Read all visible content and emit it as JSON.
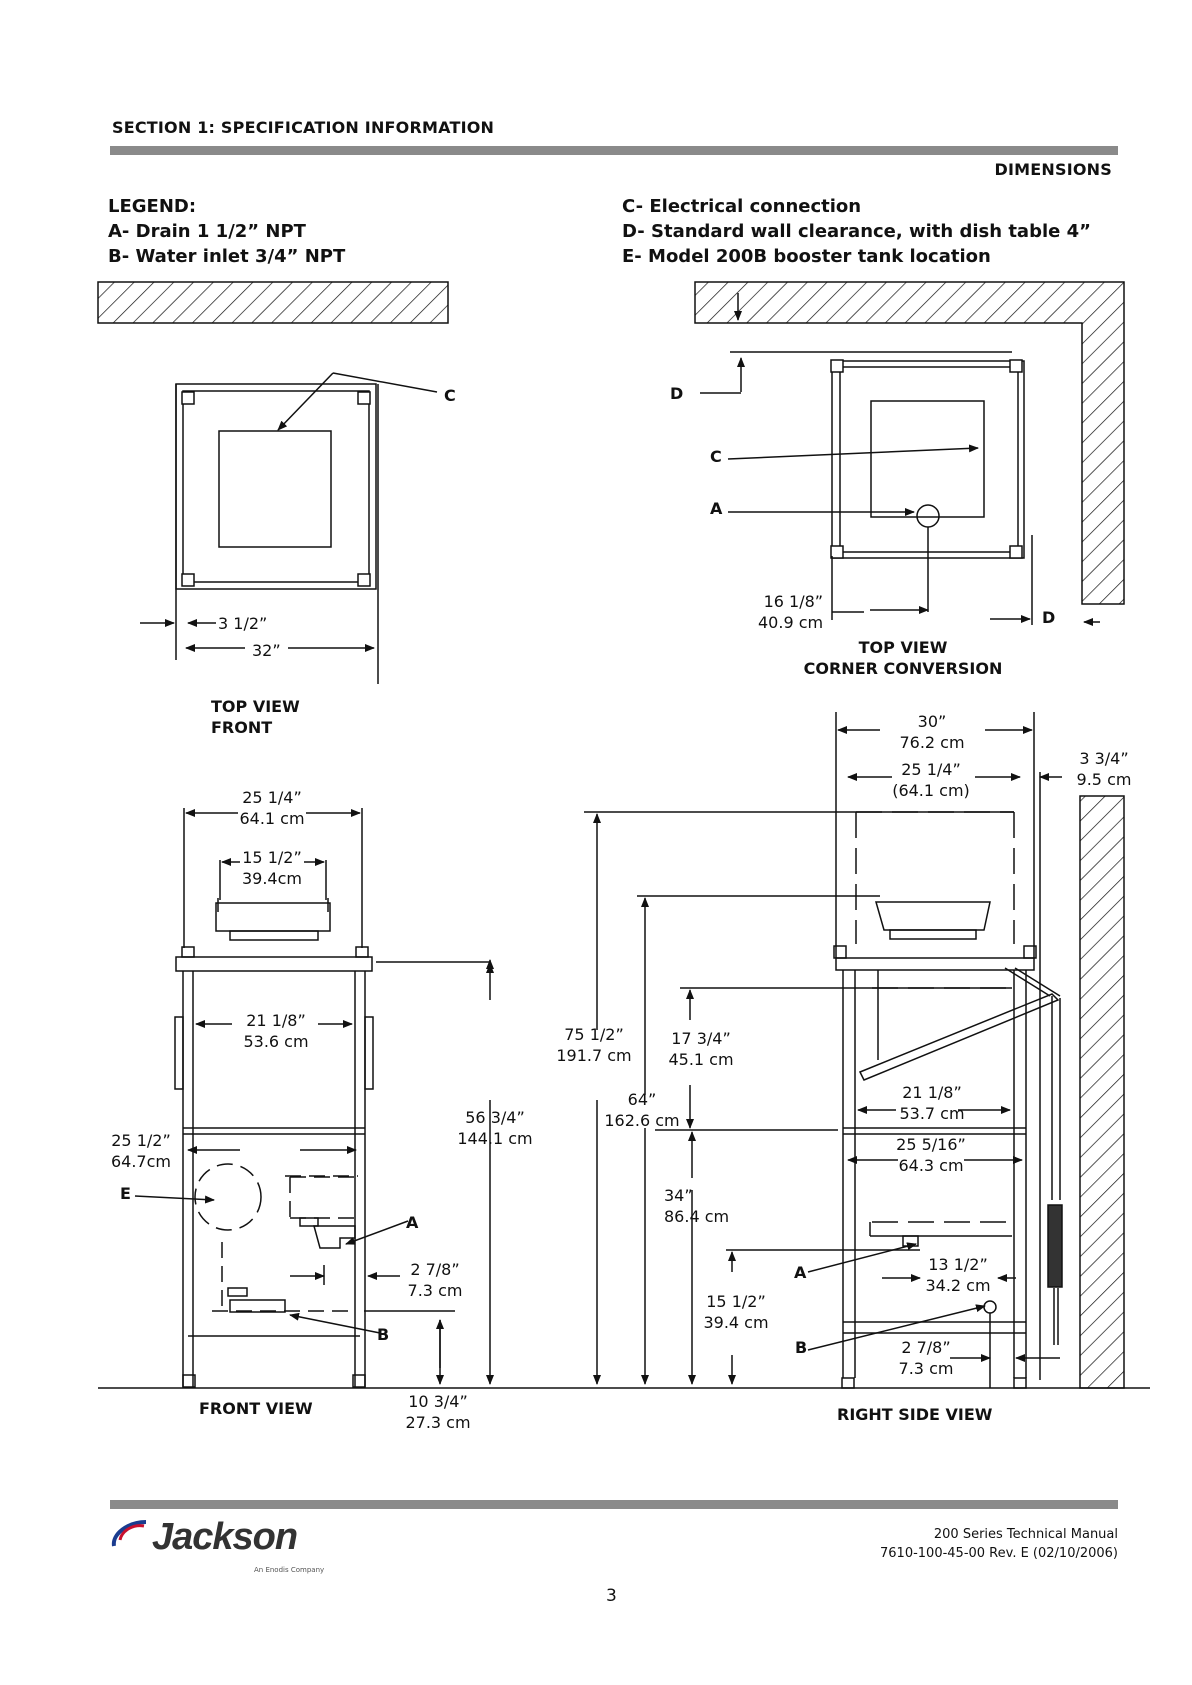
{
  "header": {
    "section": "SECTION 1: SPECIFICATION INFORMATION",
    "page_heading": "DIMENSIONS"
  },
  "legend": {
    "title": "LEGEND:",
    "items": [
      "A- Drain 1 1/2” NPT",
      "B- Water inlet 3/4” NPT",
      "C- Electrical connection",
      "D- Standard wall clearance, with dish table 4”",
      "E- Model 200B booster tank location"
    ]
  },
  "top_view_front": {
    "caption_1": "TOP VIEW",
    "caption_2": "FRONT",
    "label_c": "C",
    "dim_offset": "3 1/2”",
    "dim_width": "32”"
  },
  "top_view_corner": {
    "caption_1": "TOP VIEW",
    "caption_2": "CORNER CONVERSION",
    "label_d1": "D",
    "label_c": "C",
    "label_a": "A",
    "label_d2": "D",
    "dim_in": "16 1/8”",
    "dim_cm": "40.9 cm"
  },
  "front_view": {
    "caption": "FRONT VIEW",
    "dims": {
      "d1": [
        "25 1/4”",
        "64.1 cm"
      ],
      "d2": [
        "15 1/2”",
        "39.4cm"
      ],
      "d3": [
        "21 1/8”",
        "53.6 cm"
      ],
      "d4": [
        "25 1/2”",
        "64.7cm"
      ],
      "d5": [
        "56 3/4”",
        "144.1 cm"
      ],
      "d6": [
        "2 7/8”",
        "7.3 cm"
      ],
      "d7": [
        "10 3/4”",
        "27.3 cm"
      ]
    },
    "label_e": "E",
    "label_a": "A",
    "label_b": "B"
  },
  "side_view": {
    "caption": "RIGHT SIDE VIEW",
    "dims": {
      "d1": [
        "30”",
        "76.2 cm"
      ],
      "d2": [
        "25 1/4”",
        "(64.1 cm)"
      ],
      "d3": [
        "3 3/4”",
        "9.5 cm"
      ],
      "d4": [
        "75 1/2”",
        "191.7 cm"
      ],
      "d5": [
        "64”",
        "162.6 cm"
      ],
      "d6": [
        "17 3/4”",
        "45.1 cm"
      ],
      "d7": [
        "21 1/8”",
        "53.7 cm"
      ],
      "d8": [
        "25 5/16”",
        "64.3 cm"
      ],
      "d9": [
        "34”",
        "86.4 cm"
      ],
      "d10": [
        "13 1/2”",
        "34.2 cm"
      ],
      "d11": [
        "15 1/2”",
        "39.4 cm"
      ],
      "d12": [
        "2 7/8”",
        "7.3 cm"
      ]
    },
    "label_a": "A",
    "label_b": "B"
  },
  "footer": {
    "brand": "Jackson",
    "brand_sub": "An Enodis Company",
    "manual": "200 Series Technical Manual",
    "doc_number": "7610-100-45-00 Rev. E (02/10/2006)",
    "page": "3"
  }
}
